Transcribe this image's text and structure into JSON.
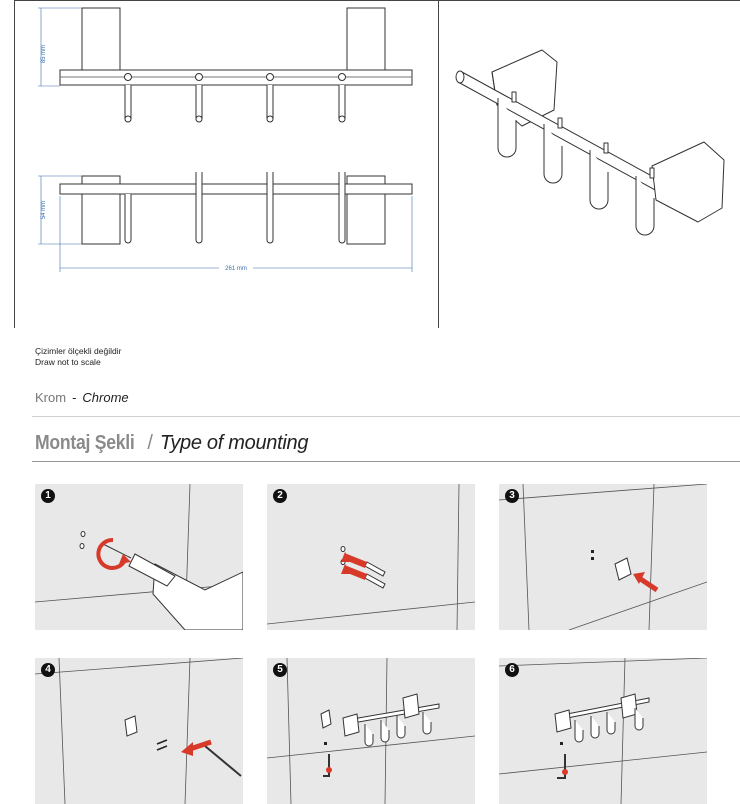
{
  "drawing": {
    "dim_height_front": "85 mm",
    "dim_height_top": "54 mm",
    "dim_width": "261 mm"
  },
  "notes": {
    "line1": "Çizimler ölçekli değildir",
    "line2": "Draw not to scale"
  },
  "finish": {
    "tr": "Krom",
    "sep": "-",
    "en": "Chrome"
  },
  "mounting": {
    "title_tr": "Montaj Şekli",
    "title_sep": "/",
    "title_en": "Type of mounting"
  },
  "steps": [
    {
      "num": "1",
      "desc": "drill"
    },
    {
      "num": "2",
      "desc": "insert-dowels"
    },
    {
      "num": "3",
      "desc": "fit-bracket"
    },
    {
      "num": "4",
      "desc": "screw-bracket"
    },
    {
      "num": "5",
      "desc": "hang-rail"
    },
    {
      "num": "6",
      "desc": "fix-set-screw"
    }
  ],
  "colors": {
    "accent_red": "#d83a2a",
    "dimension_blue": "#3a6fb0",
    "tile_bg": "#e8e8e8"
  }
}
